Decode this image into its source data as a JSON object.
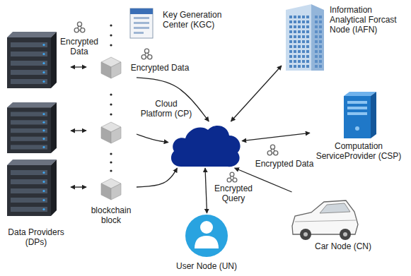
{
  "diagram": {
    "nodes": [
      {
        "text": [
          "Key Generation Center (KGC)"
        ]
      },
      {
        "text": [
          "Data Providers (DPs)"
        ]
      },
      {
        "text": [
          "blockchain block"
        ]
      },
      {
        "text": [
          "Cloud Platform (CP)"
        ]
      },
      {
        "text": [
          "Information Analytical Forcast Node (IAFN)"
        ]
      },
      {
        "text": [
          "Computation ServiceProvider (CSP)"
        ]
      },
      {
        "text": [
          "Car Node (CN)"
        ]
      },
      {
        "text": [
          "User Node (UN)"
        ]
      }
    ],
    "edges": [
      {
        "from": 1,
        "to": 2,
        "arrow": "both",
        "label": "Encrypted Data"
      },
      {
        "from": 1,
        "to": 2,
        "arrow": "both"
      },
      {
        "from": 1,
        "to": 2,
        "arrow": "both"
      },
      {
        "from": 2,
        "to": 3,
        "arrow": "to",
        "label": "Encrypted Data"
      },
      {
        "from": 2,
        "to": 3,
        "arrow": "to"
      },
      {
        "from": 2,
        "to": 3,
        "arrow": "to"
      },
      {
        "from": 3,
        "to": 4,
        "arrow": "both"
      },
      {
        "from": 3,
        "to": 5,
        "arrow": "both",
        "label": "Encrypted Data"
      },
      {
        "from": 6,
        "to": 3,
        "arrow": "to"
      },
      {
        "from": 7,
        "to": 3,
        "arrow": "both",
        "label": "Encrypted Query"
      }
    ]
  }
}
